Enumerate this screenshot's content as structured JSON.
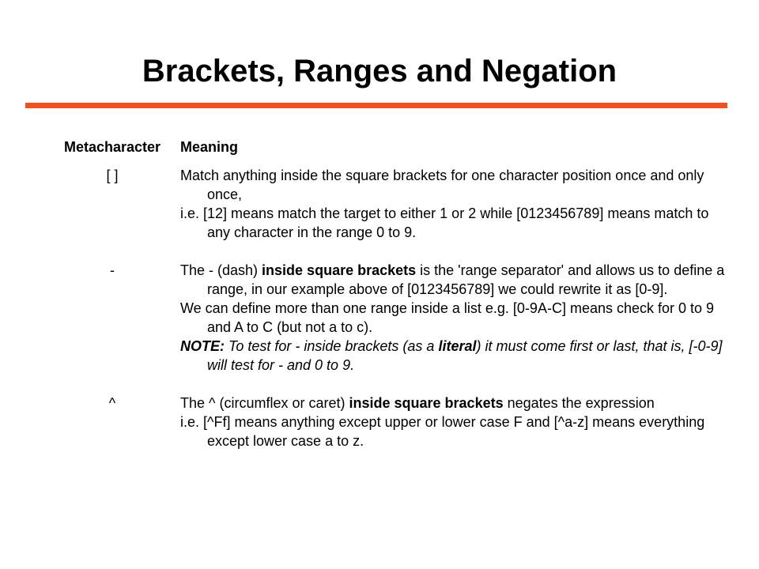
{
  "title": "Brackets, Ranges and Negation",
  "colors": {
    "rule": "#f05022"
  },
  "table": {
    "headers": {
      "metacharacter": "Metacharacter",
      "meaning": "Meaning"
    },
    "rows": [
      {
        "metacharacter": "[ ]",
        "p1": "Match anything inside the square brackets for one character position once and only once,",
        "p2": "i.e. [12] means match the target to either 1 or 2 while [0123456789] means match to any character in the range 0 to 9."
      },
      {
        "metacharacter": "-",
        "p1_a": "The - (dash) ",
        "p1_b": "inside square brackets",
        "p1_c": " is the 'range separator' and allows us to define a range, in our example above of [0123456789] we could rewrite it as [0-9].",
        "p2": "We can define more than one range inside a list e.g. [0-9A-C] means check for 0 to 9 and A to C (but not a to c).",
        "p3_a": "NOTE:",
        "p3_b": " To test for - inside brackets (as a ",
        "p3_c": "literal",
        "p3_d": ") it must come first or last, that is, [-0-9] will test for - and 0 to 9."
      },
      {
        "metacharacter": "^",
        "p1_a": "The ^ (circumflex or caret) ",
        "p1_b": "inside square brackets",
        "p1_c": " negates the expression",
        "p2": "i.e. [^Ff] means anything except upper or lower case F and [^a-z] means everything except lower case a to z."
      }
    ]
  }
}
